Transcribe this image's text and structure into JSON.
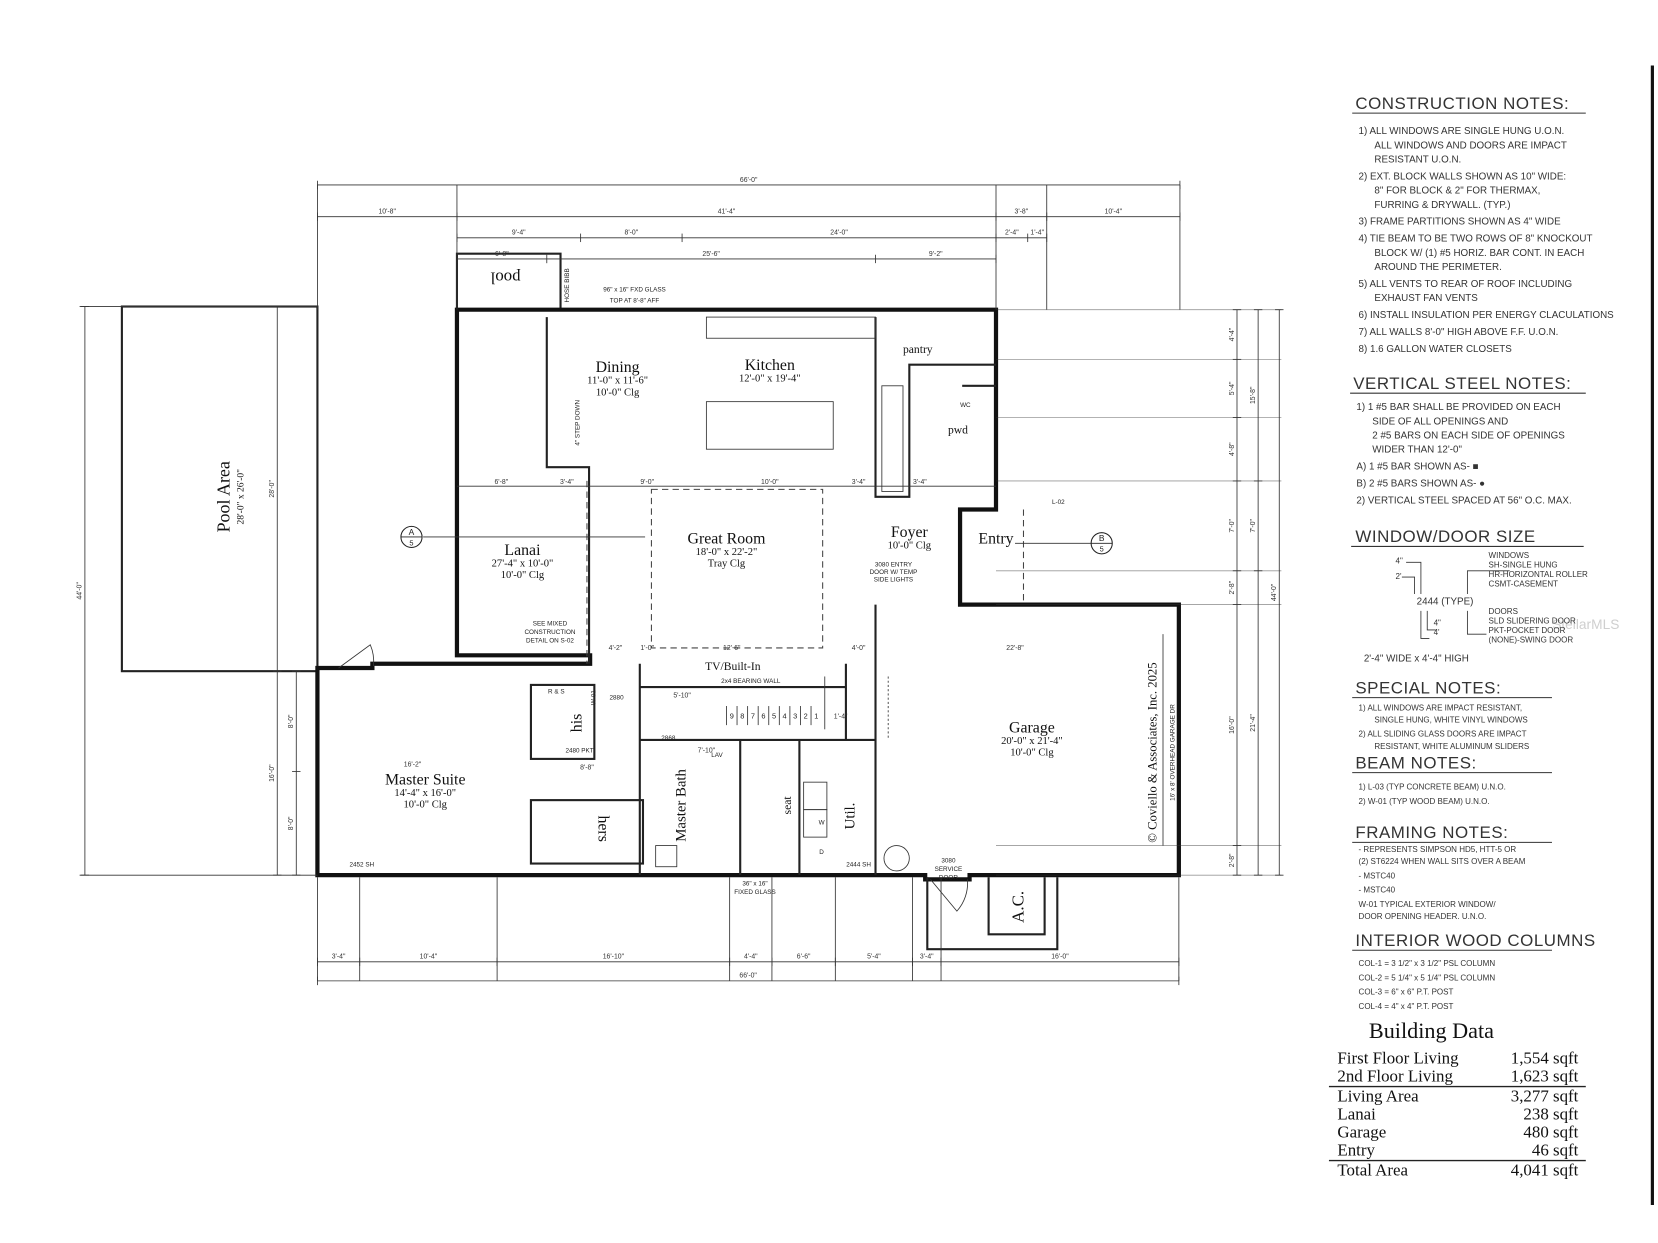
{
  "plan": {
    "pool_area": {
      "name": "Pool Area",
      "size": "28'-0\" x 26'-0\""
    },
    "pool_label": "pool",
    "ac_label": "A.C.",
    "tv_label": "TV/Built-In",
    "copyright": "© Coviello & Associates, Inc. 2025",
    "section_markers": [
      {
        "letter": "A",
        "sheet": "5"
      },
      {
        "letter": "B",
        "sheet": "5"
      }
    ],
    "rooms": [
      {
        "name": "Dining",
        "size": "11'-0\" x 11'-6\"",
        "ceiling": "10'-0\" Clg"
      },
      {
        "name": "Kitchen",
        "size": "12'-0\" x 19'-4\"",
        "ceiling": ""
      },
      {
        "name": "Great Room",
        "size": "18'-0\" x 22'-2\"",
        "ceiling": "Tray Clg"
      },
      {
        "name": "Lanai",
        "size": "27'-4\" x 10'-0\"",
        "ceiling": "10'-0\" Clg"
      },
      {
        "name": "Foyer",
        "size": "10'-0\" Clg",
        "ceiling": ""
      },
      {
        "name": "Entry",
        "size": "",
        "ceiling": ""
      },
      {
        "name": "Master Suite",
        "size": "14'-4\" x 16'-0\"",
        "ceiling": "10'-0\" Clg"
      },
      {
        "name": "Garage",
        "size": "20'-0\" x 21'-4\"",
        "ceiling": "10'-0\" Clg"
      }
    ],
    "small_rooms": [
      "his",
      "hers",
      "pantry",
      "pwd",
      "Master Bath",
      "Util.",
      "seat"
    ],
    "annotations": [
      "96\" x 16\" FXD GLASS",
      "TOP AT 8'-8\" AFF",
      "HOSE BIBB",
      "SEE MIXED",
      "CONSTRUCTION",
      "DETAIL ON S-02",
      "3080 ENTRY",
      "DOOR W/ TEMP",
      "SIDE LIGHTS",
      "3080",
      "SERVICE",
      "DOOR",
      "2x4 BEARING WALL",
      "2452 SH",
      "2444 SH",
      "36\" x 16\"",
      "FIXED GLASS",
      "2480 PKT",
      "2880",
      "2868",
      "R & S",
      "W-01",
      "L-02",
      "LAV",
      "WC",
      "W",
      "D",
      "4\" STEP DOWN",
      "16' x 8' OVERHEAD GARAGE DR"
    ],
    "dims_top": [
      [
        "66'-0\""
      ],
      [
        "10'-8\"",
        "41'-4\"",
        "3'-8\"",
        "10'-4\""
      ],
      [
        "9'-4\"",
        "8'-0\"",
        "24'-0\"",
        "2'-4\"",
        "1'-4\""
      ],
      [
        "6'-8\"",
        "25'-6\"",
        "9'-2\""
      ]
    ],
    "dims_bottom": [
      [
        "3'-4\"",
        "10'-4\"",
        "16'-10\"",
        "4'-4\"",
        "6'-6\"",
        "5'-4\"",
        "3'-4\"",
        "16'-0\""
      ],
      [
        "66'-0\""
      ]
    ],
    "dims_left": [
      "44'-0\"",
      "28'-0\"",
      "16'-0\"",
      "8'-0\"",
      "8'-0\""
    ],
    "dims_right": [
      "4'-4\"",
      "5'-4\"",
      "4'-8\"",
      "7'-0\"",
      "2'-8\"",
      "16'-0\"",
      "2'-8\"",
      "15'-8\"",
      "7'-0\"",
      "21'-4\"",
      "44'-0\""
    ],
    "dims_interior": [
      "6'-8\"",
      "3'-4\"",
      "9'-0\"",
      "10'-0\"",
      "3'-4\"",
      "4'-2\"",
      "1'-0\"",
      "12'-6\"",
      "4'-0\"",
      "22'-8\"",
      "16'-2\"",
      "8'-8\"",
      "5'-10\"",
      "7'-10\"",
      "1'-4\"",
      "3'-4\""
    ],
    "stair_numbers": [
      "9",
      "8",
      "7",
      "6",
      "5",
      "4",
      "3",
      "2",
      "1"
    ]
  },
  "notes": {
    "construction": {
      "title": "CONSTRUCTION NOTES:",
      "items": [
        [
          "1) ALL WINDOWS ARE SINGLE HUNG U.O.N.",
          "ALL WINDOWS AND DOORS ARE IMPACT",
          "RESISTANT U.O.N."
        ],
        [
          "2) EXT. BLOCK WALLS SHOWN AS 10\" WIDE:",
          "8\" FOR BLOCK & 2\" FOR THERMAX,",
          "FURRING & DRYWALL. (TYP.)"
        ],
        [
          "3) FRAME PARTITIONS SHOWN AS 4\" WIDE"
        ],
        [
          "4) TIE BEAM TO BE TWO ROWS OF 8\" KNOCKOUT",
          "BLOCK W/ (1) #5 HORIZ. BAR CONT. IN EACH",
          "AROUND THE PERIMETER."
        ],
        [
          "5) ALL VENTS TO REAR OF ROOF INCLUDING",
          "EXHAUST FAN VENTS"
        ],
        [
          "6) INSTALL INSULATION PER ENERGY CLACULATIONS"
        ],
        [
          "7) ALL WALLS 8'-0\" HIGH ABOVE F.F. U.O.N."
        ],
        [
          "8) 1.6 GALLON WATER CLOSETS"
        ]
      ]
    },
    "vertical_steel": {
      "title": "VERTICAL STEEL NOTES:",
      "items": [
        [
          "1) 1 #5 BAR SHALL BE PROVIDED ON EACH",
          "SIDE OF ALL OPENINGS AND",
          "2 #5 BARS ON EACH SIDE OF OPENINGS",
          "WIDER THAN 12'-0\""
        ],
        [
          "    A) 1 #5 BAR SHOWN AS- ■"
        ],
        [
          "    B) 2 #5 BARS SHOWN AS- ●"
        ],
        [
          "2) VERTICAL STEEL SPACED AT 56\" O.C. MAX."
        ]
      ]
    },
    "window_door": {
      "title": "WINDOW/DOOR SIZE",
      "code": "2444 (TYPE)",
      "width_digits": [
        "4\"",
        "2'"
      ],
      "height_digits": [
        "4\"",
        "4'"
      ],
      "windows": [
        "WINDOWS",
        "SH-SINGLE HUNG",
        "HR-HORIZONTAL ROLLER",
        "CSMT-CASEMENT"
      ],
      "doors": [
        "DOORS",
        "SLD SLIDERING DOOR",
        "PKT-POCKET DOOR",
        "(NONE)-SWING DOOR"
      ],
      "example": "2'-4\" WIDE x 4'-4\" HIGH"
    },
    "special": {
      "title": "SPECIAL NOTES:",
      "items": [
        [
          "1) ALL WINDOWS ARE IMPACT RESISTANT,",
          "SINGLE HUNG, WHITE VINYL WINDOWS"
        ],
        [
          "2) ALL SLIDING GLASS DOORS ARE IMPACT",
          "RESISTANT, WHITE ALUMINUM SLIDERS"
        ]
      ]
    },
    "beam": {
      "title": "BEAM NOTES:",
      "items": [
        [
          "1) L-03 (TYP CONCRETE BEAM) U.N.O."
        ],
        [
          "2) W-01 (TYP WOOD BEAM) U.N.O."
        ]
      ]
    },
    "framing": {
      "title": "FRAMING NOTES:",
      "items": [
        [
          "   - REPRESENTS SIMPSON HD5, HTT-5 OR",
          "(2) ST6224 WHEN WALL SITS OVER A BEAM"
        ],
        [
          "   - MSTC40"
        ],
        [
          "   - MSTC40"
        ],
        [
          "   W-01 TYPICAL EXTERIOR WINDOW/",
          "   DOOR OPENING HEADER. U.N.O."
        ]
      ]
    },
    "columns": {
      "title": "INTERIOR WOOD COLUMNS",
      "items": [
        [
          "COL-1   = 3 1/2\" x 3 1/2\" PSL COLUMN"
        ],
        [
          "COL-2   = 5 1/4\" x 5 1/4\" PSL COLUMN"
        ],
        [
          "COL-3   = 6\" x 6\" P.T. POST"
        ],
        [
          "COL-4   = 4\" x 4\" P.T. POST"
        ]
      ]
    }
  },
  "building_data": {
    "title": "Building Data",
    "groups": [
      [
        {
          "label": "First Floor Living",
          "value": "1,554 sqft"
        },
        {
          "label": "2nd Floor Living",
          "value": "1,623 sqft"
        }
      ],
      [
        {
          "label": "Living Area",
          "value": "3,277 sqft"
        },
        {
          "label": "Lanai",
          "value": "238 sqft"
        },
        {
          "label": "Garage",
          "value": "480 sqft"
        },
        {
          "label": "Entry",
          "value": "46 sqft"
        }
      ],
      [
        {
          "label": "Total Area",
          "value": "4,041 sqft"
        }
      ]
    ]
  },
  "watermark": "StellarMLS"
}
